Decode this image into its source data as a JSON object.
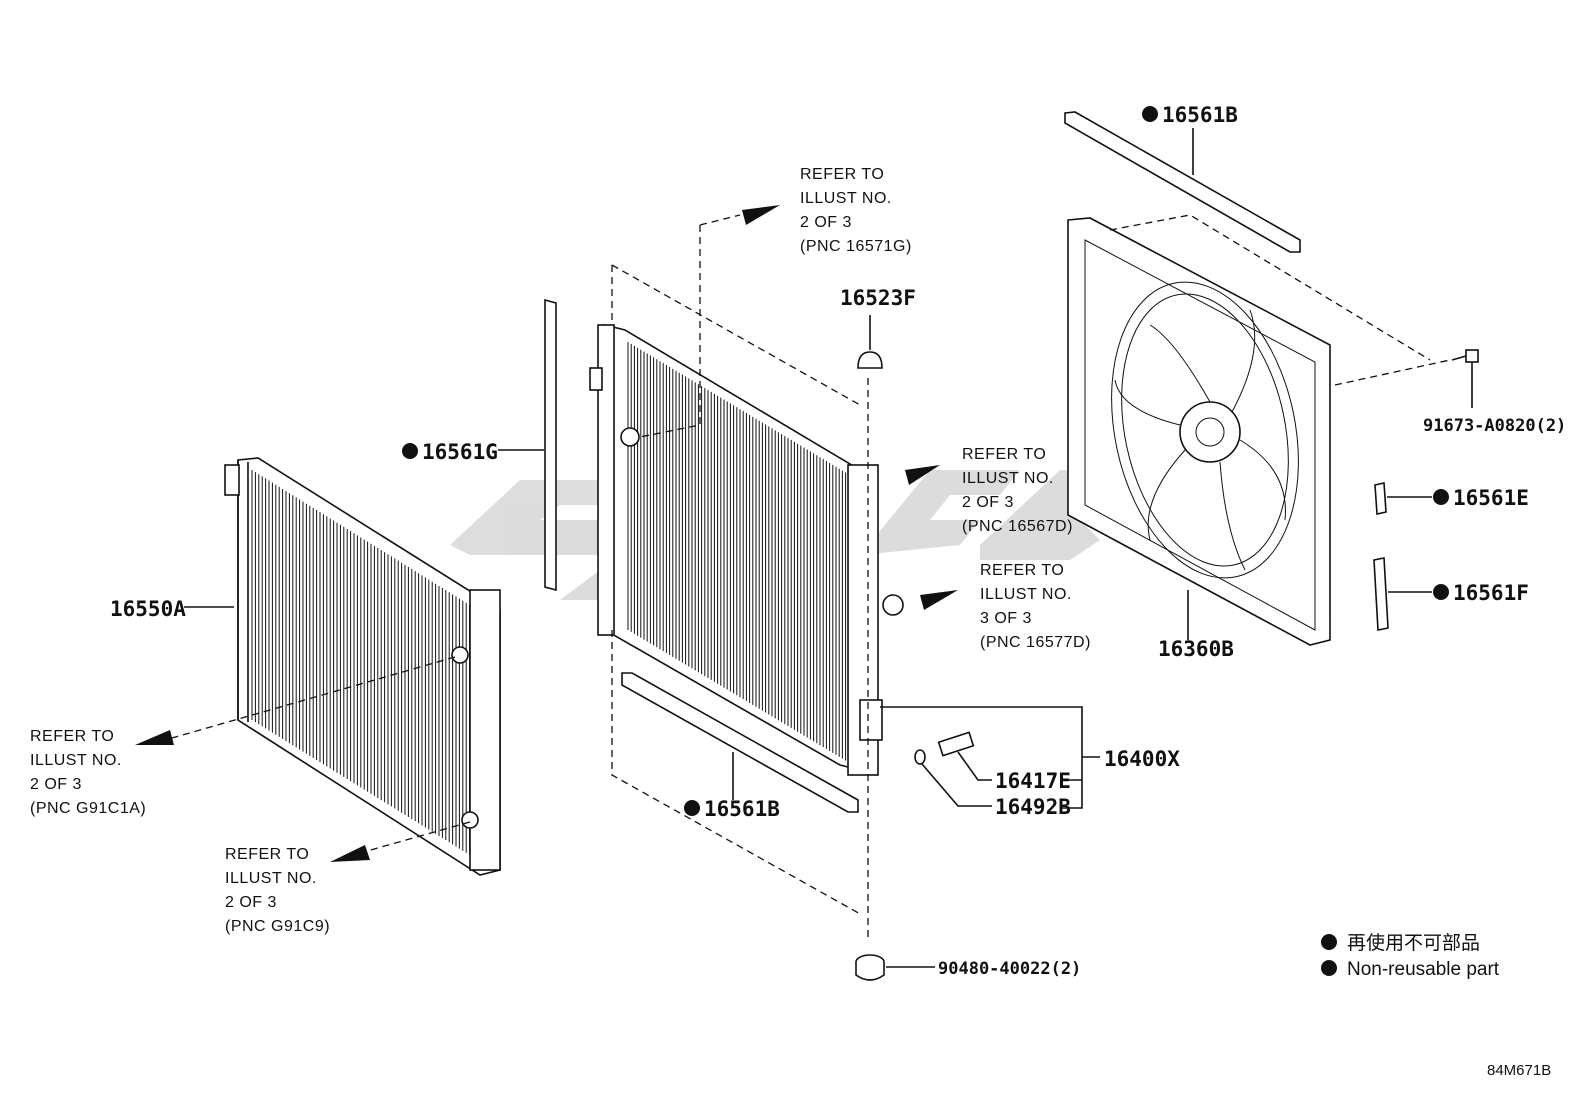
{
  "parts": {
    "p16550A": "16550A",
    "p16561G": "16561G",
    "p16523F": "16523F",
    "p16561B_top": "16561B",
    "p16561B_bottom": "16561B",
    "p16561E": "16561E",
    "p16561F": "16561F",
    "p16360B": "16360B",
    "p91673": "91673-A0820(2)",
    "p16400X": "16400X",
    "p16417E": "16417E",
    "p16492B": "16492B",
    "p90480": "90480-40022(2)"
  },
  "refs": {
    "r1": [
      "REFER TO",
      "ILLUST NO.",
      "2 OF 3",
      "(PNC 16571G)"
    ],
    "r2": [
      "REFER TO",
      "ILLUST NO.",
      "2 OF 3",
      "(PNC 16567D)"
    ],
    "r3": [
      "REFER TO",
      "ILLUST NO.",
      "3 OF 3",
      "(PNC 16577D)"
    ],
    "r4": [
      "REFER TO",
      "ILLUST NO.",
      "2 OF 3",
      "(PNC G91C1A)"
    ],
    "r5": [
      "REFER TO",
      "ILLUST NO.",
      "2 OF 3",
      "(PNC G91C9)"
    ]
  },
  "legend": {
    "line_jp": "再使用不可部品",
    "line_en": "Non-reusable part"
  },
  "diagram_code": "84M671B"
}
